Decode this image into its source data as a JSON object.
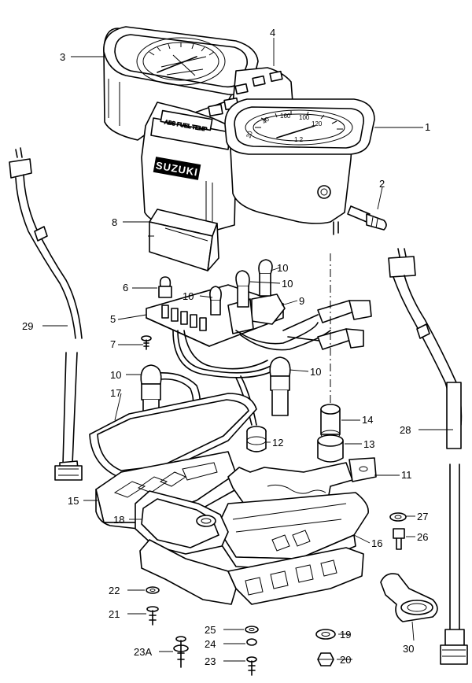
{
  "diagram": {
    "brand_label": "SUZUKI",
    "callouts": {
      "c1": "1",
      "c2": "2",
      "c3": "3",
      "c4": "4",
      "c5": "5",
      "c6": "6",
      "c7": "7",
      "c8": "8",
      "c9": "9",
      "c10a": "10",
      "c10b": "10",
      "c10c": "10",
      "c10d": "10",
      "c10e": "10",
      "c11": "11",
      "c12": "12",
      "c13": "13",
      "c14": "14",
      "c15": "15",
      "c16": "16",
      "c17": "17",
      "c18": "18",
      "c19": "19",
      "c20": "20",
      "c21": "21",
      "c22": "22",
      "c23": "23",
      "c23a": "23A",
      "c24": "24",
      "c25": "25",
      "c26": "26",
      "c27": "27",
      "c28": "28",
      "c29": "29",
      "c30": "30"
    }
  }
}
